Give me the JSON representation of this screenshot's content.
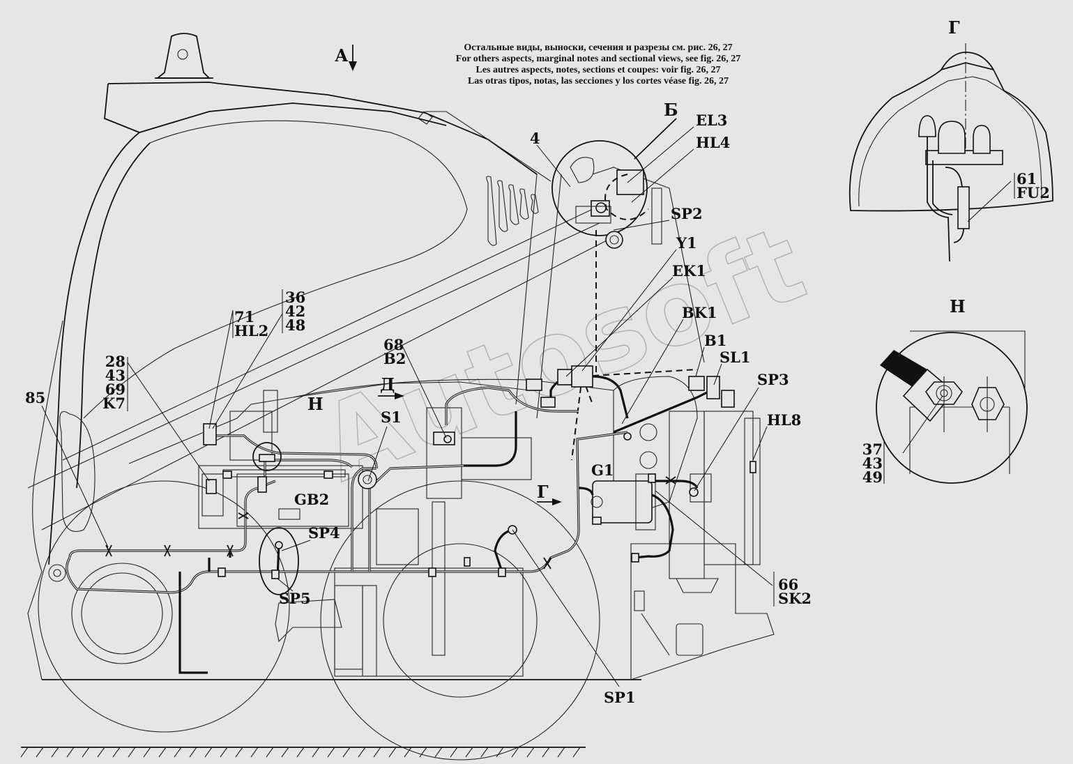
{
  "notes": [
    "Остальные виды, выноски, сечения и разрезы см. рис. 26, 27",
    "For others aspects, marginal notes and sectional views, see fig. 26, 27",
    "Les autres aspects, notes, sections et coupes: voir fig. 26, 27",
    "Las otras tipos, notas, las secciones y los cortes véase fig. 26, 27"
  ],
  "watermark": "Autosoft",
  "view_markers": {
    "A": "А",
    "B": "Б",
    "G": "Г",
    "D": "Д",
    "H": "Н"
  },
  "labels": {
    "n4": "4",
    "EL3": "EL3",
    "HL4": "HL4",
    "SP2": "SP2",
    "Y1": "Y1",
    "EK1": "EK1",
    "BK1": "BK1",
    "B1": "B1",
    "SL1": "SL1",
    "SP3": "SP3",
    "HL8": "HL8",
    "G1": "G1",
    "GB2": "GB2",
    "S1": "S1",
    "SP4": "SP4",
    "SP5": "SP5",
    "SP1": "SP1",
    "n85": "85",
    "n66": "66",
    "SK2": "SK2",
    "n68": "68",
    "B2": "B2",
    "n71": "71",
    "HL2": "HL2",
    "n36": "36",
    "n42": "42",
    "n48": "48",
    "n28": "28",
    "n43": "43",
    "n69": "69",
    "K7": "K7"
  },
  "inset_G": {
    "title": "Г",
    "n61": "61",
    "FU2": "FU2"
  },
  "inset_H": {
    "title": "Н",
    "n37": "37",
    "n43": "43",
    "n49": "49"
  }
}
